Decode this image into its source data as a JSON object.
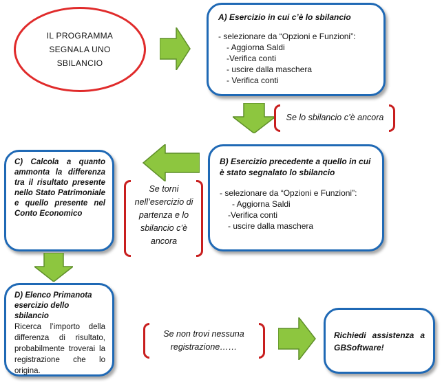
{
  "start_ellipse": {
    "lines": [
      "IL PROGRAMMA",
      "SEGNALA UNO",
      "SBILANCIO"
    ]
  },
  "box_a": {
    "title": "A) Esercizio in cui c’è lo sbilancio",
    "intro": "- selezionare da “Opzioni e Funzioni”:",
    "items": [
      "- Aggiorna Saldi",
      "-Verifica conti",
      "- uscire dalla maschera",
      "- Verifica conti"
    ]
  },
  "note_1": {
    "text": "Se lo sbilancio c’è ancora"
  },
  "box_b": {
    "title": "B) Esercizio precedente a quello in cui è stato segnalato lo sbilancio",
    "intro": "- selezionare da “Opzioni e Funzioni”:",
    "items": [
      "- Aggiorna Saldi",
      "-Verifica conti",
      "- uscire dalla maschera"
    ]
  },
  "note_2": {
    "lines": [
      "Se torni",
      "nell’esercizio di",
      "partenza e lo",
      "sbilancio c’è",
      "ancora"
    ]
  },
  "box_c": {
    "title": "C) Calcola a quanto ammonta la differenza tra il risultato presente nello Stato Patrimoniale e quello presente nel Conto Economico"
  },
  "box_d": {
    "title": "D) Elenco Primanota esercizio dello sbilancio",
    "body": "Ricerca l’importo della differenza di risultato, probabilmente troverai la registrazione che lo origina."
  },
  "note_3": {
    "lines": [
      "Se non trovi nessuna",
      "registrazione……"
    ]
  },
  "box_e": {
    "title": "Richiedi assistenza a GBSoftware!"
  },
  "colors": {
    "box_border": "#1f69b5",
    "ellipse_border": "#e02b2b",
    "brace": "#c81e1e",
    "arrow_fill": "#8dc63f",
    "arrow_stroke": "#5f8f2a"
  }
}
